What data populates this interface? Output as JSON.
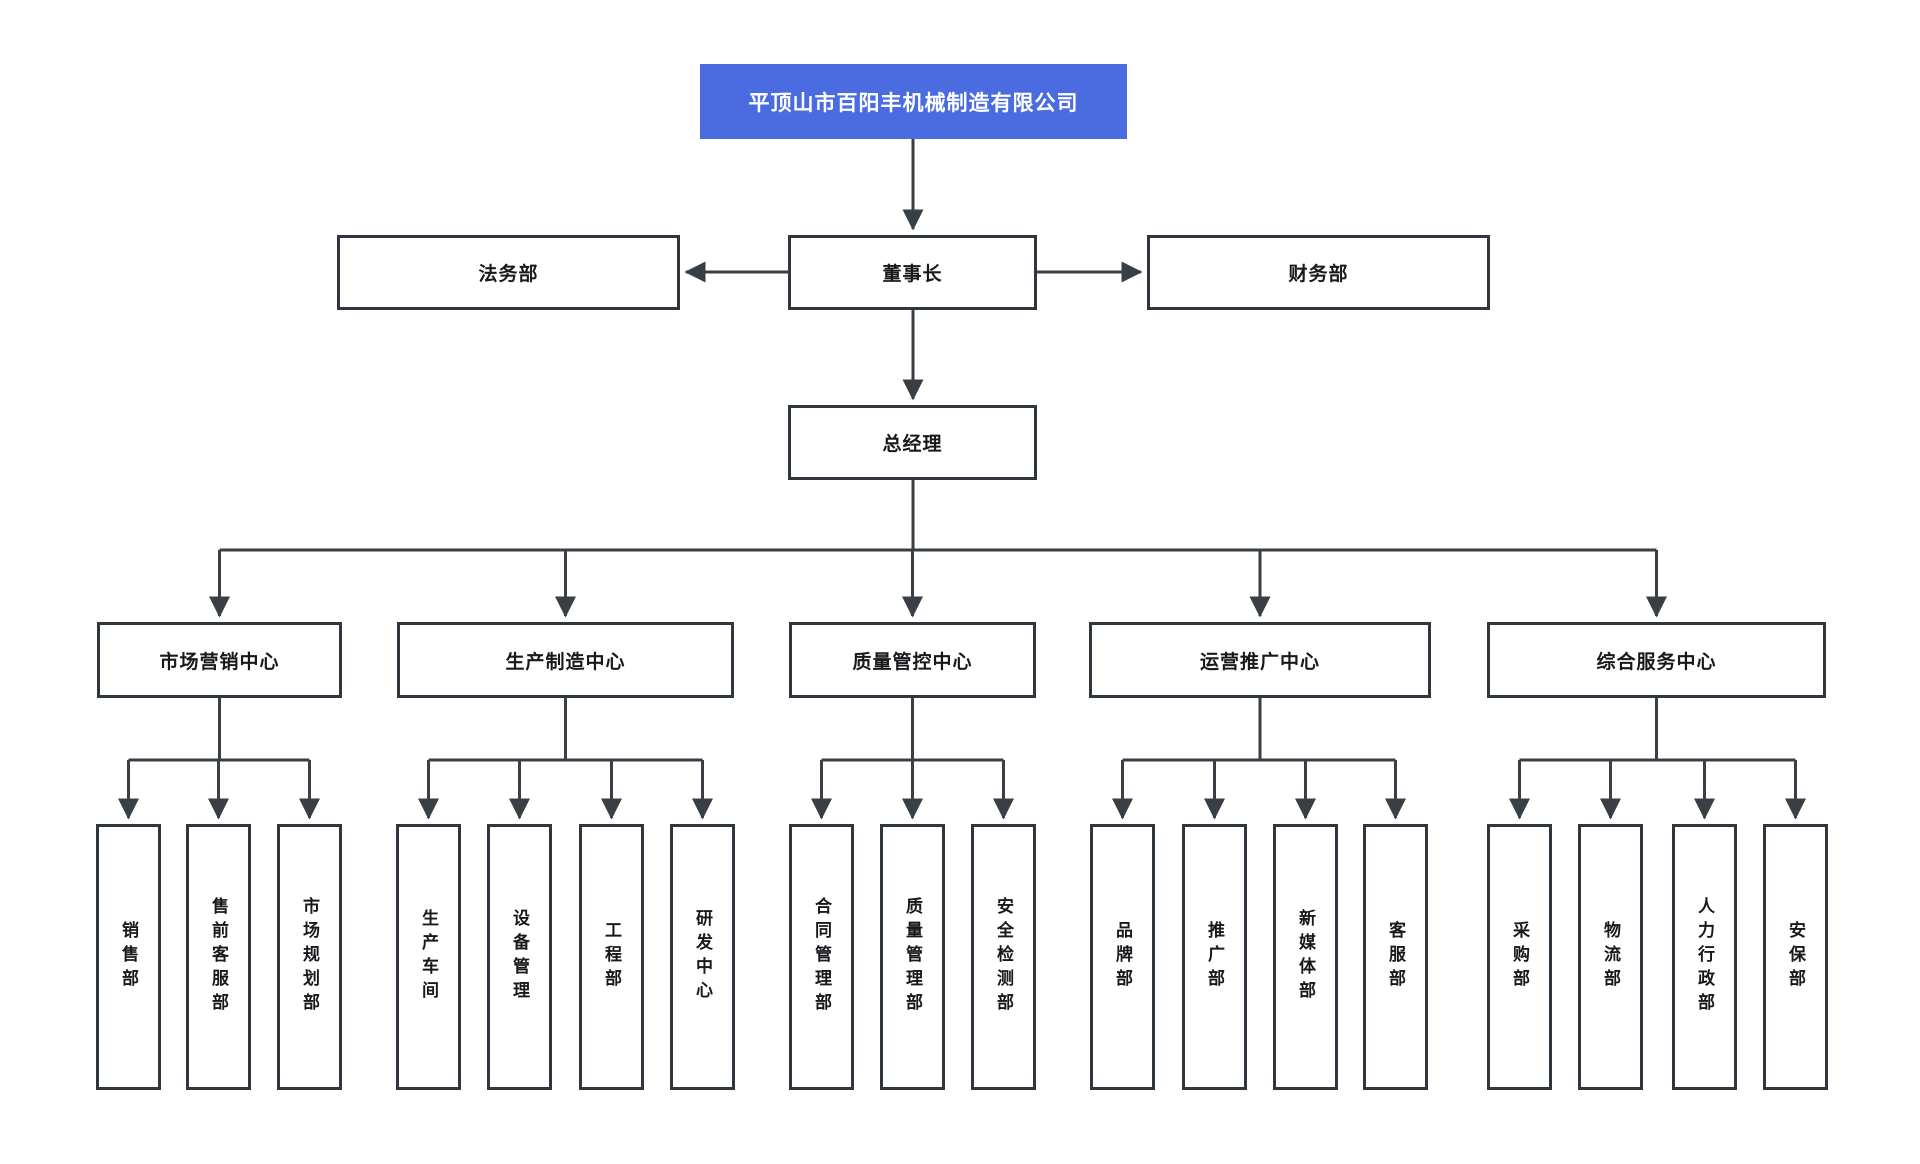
{
  "org": {
    "root": {
      "label": "平顶山市百阳丰机械制造有限公司"
    },
    "legal": {
      "label": "法务部"
    },
    "chairman": {
      "label": "董事长"
    },
    "finance": {
      "label": "财务部"
    },
    "gm": {
      "label": "总经理"
    },
    "centers": [
      {
        "label": "市场营销中心",
        "children": [
          {
            "label": "销售部"
          },
          {
            "label": "售前客服部"
          },
          {
            "label": "市场规划部"
          }
        ]
      },
      {
        "label": "生产制造中心",
        "children": [
          {
            "label": "生产车间"
          },
          {
            "label": "设备管理"
          },
          {
            "label": "工程部"
          },
          {
            "label": "研发中心"
          }
        ]
      },
      {
        "label": "质量管控中心",
        "children": [
          {
            "label": "合同管理部"
          },
          {
            "label": "质量管理部"
          },
          {
            "label": "安全检测部"
          }
        ]
      },
      {
        "label": "运营推广中心",
        "children": [
          {
            "label": "品牌部"
          },
          {
            "label": "推广部"
          },
          {
            "label": "新媒体部"
          },
          {
            "label": "客服部"
          }
        ]
      },
      {
        "label": "综合服务中心",
        "children": [
          {
            "label": "采购部"
          },
          {
            "label": "物流部"
          },
          {
            "label": "人力行政部"
          },
          {
            "label": "安保部"
          }
        ]
      }
    ]
  },
  "colors": {
    "root_bg": "#4A6CE0",
    "root_text": "#FFFFFF",
    "box_border": "#2F363E",
    "box_bg": "#FFFFFF",
    "line": "#3A3F45",
    "text": "#17191C"
  }
}
